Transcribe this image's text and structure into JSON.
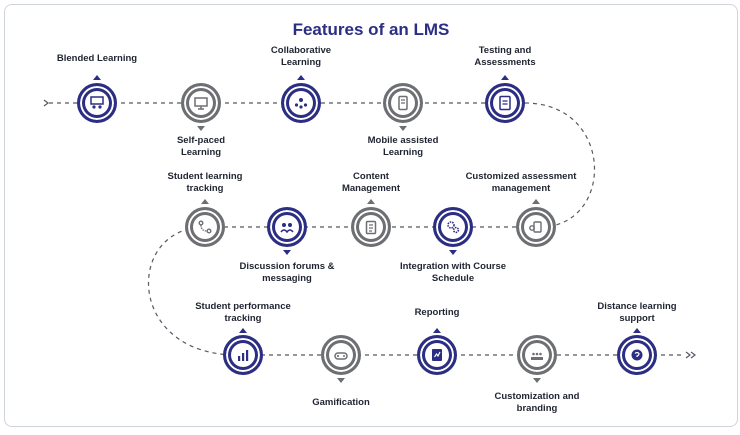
{
  "title": "Features of an LMS",
  "features": [
    {
      "label": "Blended Learning",
      "color": "navy",
      "icon": "classroom-icon"
    },
    {
      "label": "Self-paced\nLearning",
      "color": "gray",
      "icon": "presentation-board-icon"
    },
    {
      "label": "Collaborative\nLearning",
      "color": "navy",
      "icon": "team-collaboration-icon"
    },
    {
      "label": "Mobile assisted\nLearning",
      "color": "gray",
      "icon": "mobile-book-icon"
    },
    {
      "label": "Testing and\nAssessments",
      "color": "navy",
      "icon": "test-document-icon"
    },
    {
      "label": "Customized assessment\nmanagement",
      "color": "gray",
      "icon": "custom-assessment-icon"
    },
    {
      "label": "Integration with Course\nSchedule",
      "color": "navy",
      "icon": "gears-icon"
    },
    {
      "label": "Content\nManagement",
      "color": "gray",
      "icon": "clipboard-icon"
    },
    {
      "label": "Discussion forums &\nmessaging",
      "color": "navy",
      "icon": "forum-people-icon"
    },
    {
      "label": "Student learning\ntracking",
      "color": "gray",
      "icon": "route-tracking-icon"
    },
    {
      "label": "Student performance\ntracking",
      "color": "navy",
      "icon": "bar-chart-icon"
    },
    {
      "label": "Gamification",
      "color": "gray",
      "icon": "game-controller-icon"
    },
    {
      "label": "Reporting",
      "color": "navy",
      "icon": "report-book-icon"
    },
    {
      "label": "Customization and\nbranding",
      "color": "gray",
      "icon": "branding-icon"
    },
    {
      "label": "Distance learning\nsupport",
      "color": "navy",
      "icon": "remote-support-icon"
    }
  ],
  "colors": {
    "navy": "#2b2e83",
    "gray": "#6d6f73",
    "dash": "#555a63"
  }
}
